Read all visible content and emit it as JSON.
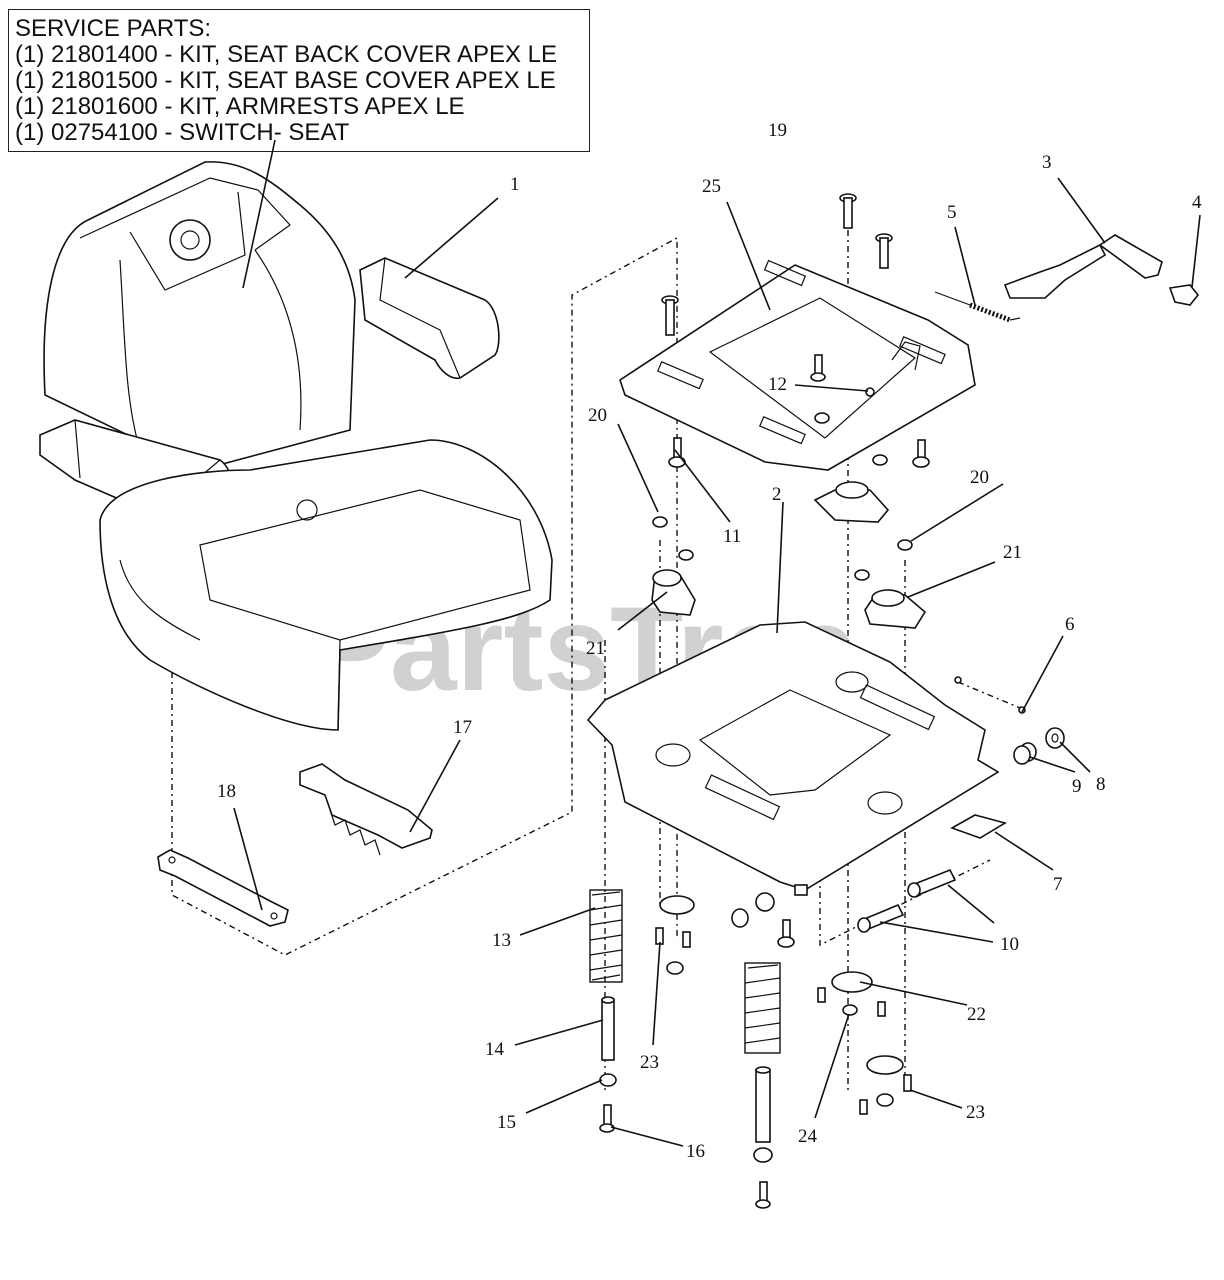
{
  "service_parts": {
    "heading": "SERVICE PARTS:",
    "lines": [
      "(1) 21801400 - KIT, SEAT BACK COVER APEX LE",
      "(1) 21801500 - KIT, SEAT BASE COVER APEX LE",
      "(1) 21801600 - KIT, ARMRESTS APEX LE",
      "(1) 02754100 - SWITCH- SEAT"
    ]
  },
  "watermark": "PartsTree",
  "callouts": {
    "c1": "1",
    "c2": "2",
    "c3": "3",
    "c4": "4",
    "c5": "5",
    "c6": "6",
    "c7": "7",
    "c8": "8",
    "c9": "9",
    "c10": "10",
    "c11": "11",
    "c12": "12",
    "c13": "13",
    "c14": "14",
    "c15": "15",
    "c16": "16",
    "c17": "17",
    "c18": "18",
    "c19": "19",
    "c20a": "20",
    "c20b": "20",
    "c21a": "21",
    "c21b": "21",
    "c22": "22",
    "c23a": "23",
    "c23b": "23",
    "c24": "24",
    "c25": "25"
  }
}
